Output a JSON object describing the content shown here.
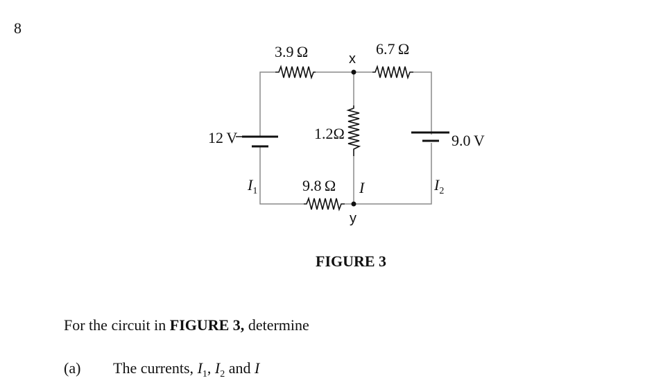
{
  "question_number": "8",
  "circuit": {
    "resistors": {
      "r_top_left": "3.9 Ω",
      "r_top_right": "6.7 Ω",
      "r_middle": "1.2Ω",
      "r_bottom": "9.8 Ω"
    },
    "sources": {
      "left_battery": "12 V",
      "right_battery": "9.0 V"
    },
    "nodes": {
      "top": "x",
      "bottom": "y"
    },
    "currents": {
      "left": {
        "symbol": "I",
        "subscript": "1"
      },
      "right": {
        "symbol": "I",
        "subscript": "2"
      },
      "middle": {
        "symbol": "I"
      }
    },
    "colors": {
      "wire": "#8a8a8a",
      "component": "#111111"
    }
  },
  "figure_caption": "FIGURE 3",
  "prompt": {
    "before": "For the circuit in ",
    "bold": "FIGURE 3,",
    "after": " determine"
  },
  "part_a": {
    "label": "(a)",
    "text_before": "The currents, ",
    "i1": {
      "symbol": "I",
      "subscript": "1"
    },
    "sep": ", ",
    "i2": {
      "symbol": "I",
      "subscript": "2"
    },
    "and": " and ",
    "i": "I"
  }
}
